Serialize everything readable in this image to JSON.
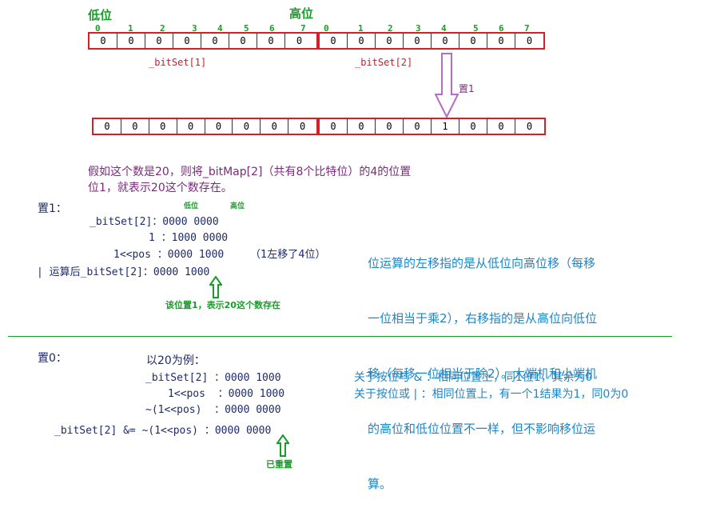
{
  "top": {
    "low_label": "低位",
    "high_label": "高位",
    "indices_left": [
      "0",
      "1",
      "2",
      "3",
      "4",
      "5",
      "6",
      "7"
    ],
    "indices_right": [
      "0",
      "1",
      "2",
      "3",
      "4",
      "5",
      "6",
      "7"
    ],
    "row1_left": [
      "0",
      "0",
      "0",
      "0",
      "0",
      "0",
      "0",
      "0"
    ],
    "row1_right": [
      "0",
      "0",
      "0",
      "0",
      "0",
      "0",
      "0",
      "0"
    ],
    "bitset1_label": "_bitSet[1]",
    "bitset2_label": "_bitSet[2]",
    "set1_label": "置1",
    "row2_left": [
      "0",
      "0",
      "0",
      "0",
      "0",
      "0",
      "0",
      "0"
    ],
    "row2_right": [
      "0",
      "0",
      "0",
      "0",
      "1",
      "0",
      "0",
      "0"
    ]
  },
  "example": {
    "line1": "假如这个数是20，则将_bitMap[2]（共有8个比特位）的4的位置",
    "line2": "位1，就表示20这个数存在。"
  },
  "set1": {
    "title": "置1：",
    "low": "低位",
    "high": "高位",
    "l1": "_bitSet[2]：0000 0000",
    "l2": "1 ：1000 0000",
    "l3": "1<<pos ：0000 1000",
    "l3_note": "（1左移了4位）",
    "l4": "| 运算后_bitSet[2]：0000 1000",
    "caption": "该位置1，表示20这个数存在"
  },
  "shift_note": {
    "lines": [
      "位运算的左移指的是从低位向高位移（每移",
      "一位相当于乘2），右移指的是从高位向低位",
      "移（每移一位相当于除2）。大端机和小端机",
      "的高位和低位位置不一样，但不影响移位运",
      "算。"
    ]
  },
  "set0": {
    "title": "置0：",
    "example": "以20为例：",
    "l1": "_bitSet[2] ：0000 1000",
    "l2": "1<<pos  ：0000 1000",
    "l3": "~(1<<pos)  ：0000 0000",
    "l4": "_bitSet[2] &= ~(1<<pos) ：0000 0000",
    "caption": "已重置"
  },
  "and_or": {
    "and_line": "关于按位与 & ：相同位置上，同1位1，其余为0",
    "or_line": "关于按位或 | ：相同位置上，有一个1结果为1，同0为0"
  },
  "colors": {
    "red_border": "#d21f2a",
    "green": "#1a9c2a",
    "purple": "#7b2a7b",
    "blue": "#1b86c8",
    "arrow_purple": "#b76ac8"
  }
}
